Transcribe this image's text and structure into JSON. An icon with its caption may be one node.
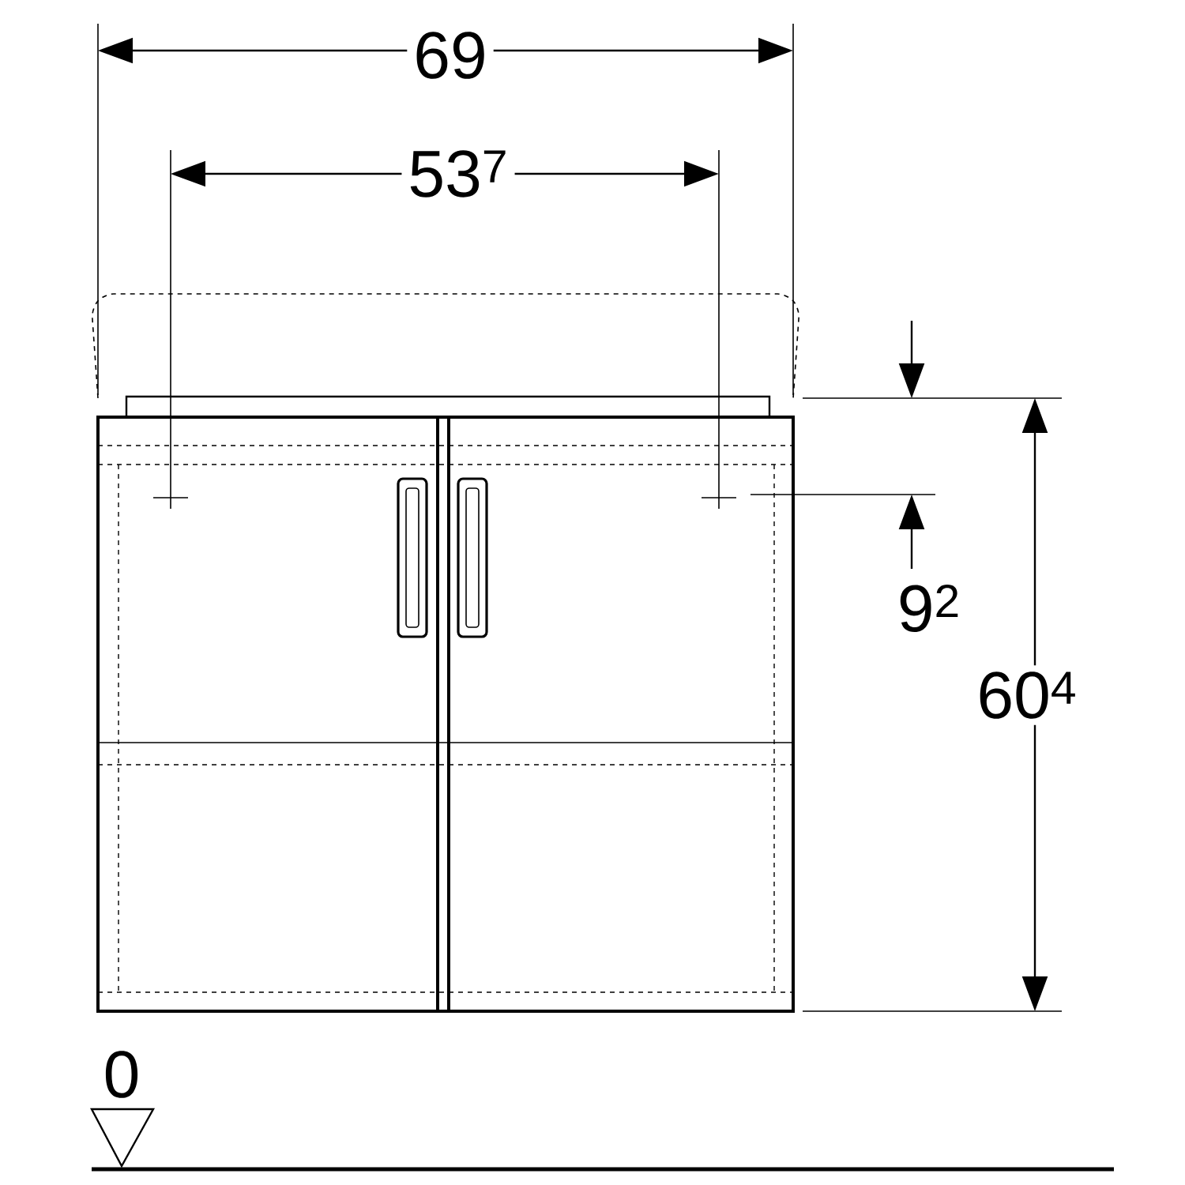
{
  "diagram": {
    "labels": [
      "69",
      "53$^{7}$",
      "9$^{2}$",
      "60$^{4}$",
      "0"
    ]
  }
}
